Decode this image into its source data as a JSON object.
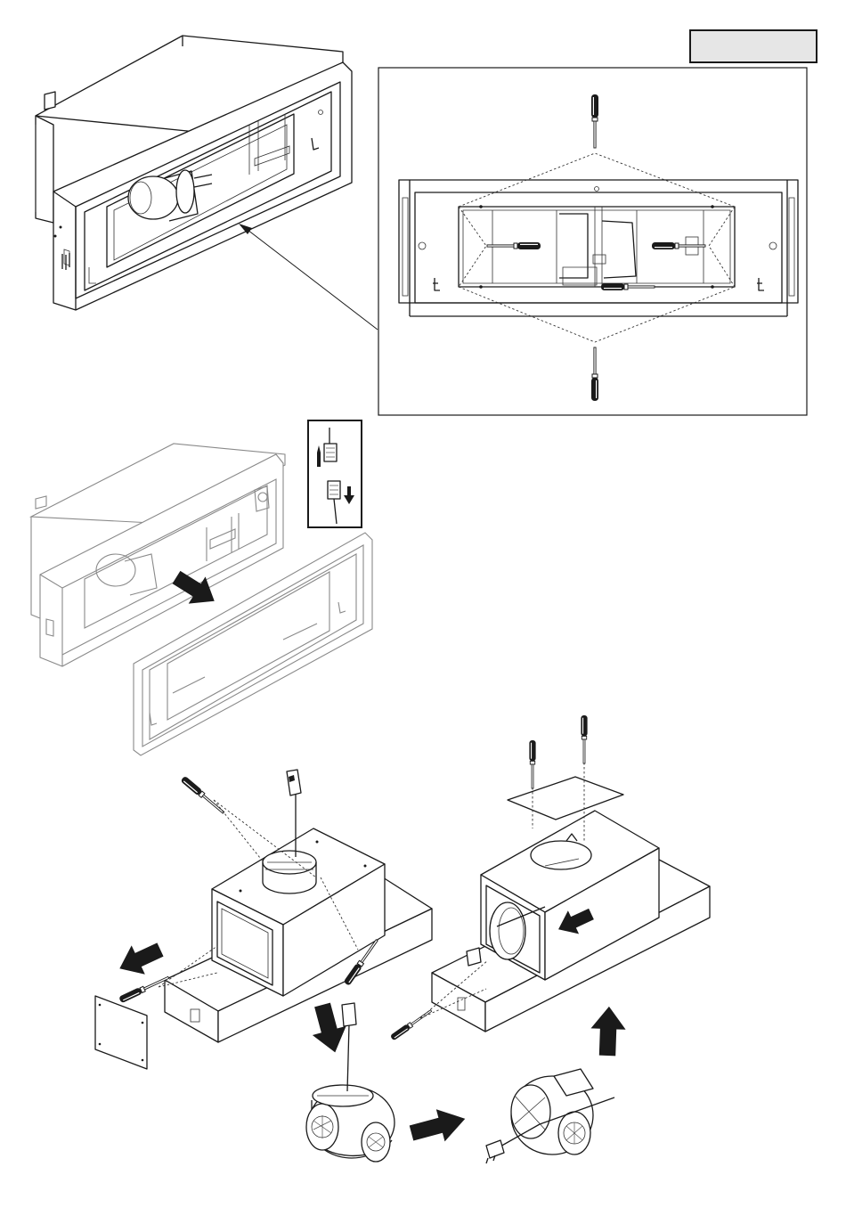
{
  "page": {
    "section_tab_label": "",
    "colors": {
      "line": "#1a1a1a",
      "ghost_line": "#8a8a8a",
      "tab_fill": "#e6e6e6",
      "background": "#ffffff"
    }
  },
  "steps": [
    {
      "id": "step-1",
      "depicts": "hood-housing-with-zoomed-detail-of-fixing-screws"
    },
    {
      "id": "step-2",
      "depicts": "front-panel-removal-and-connector-unplug"
    },
    {
      "id": "step-3",
      "depicts": "motor-removal-repositioning-and-refit"
    }
  ],
  "icons": [
    "screwdriver-icon",
    "arrow-icon",
    "connector-icon",
    "motor-icon",
    "plug-icon",
    "cover-plate-icon"
  ]
}
